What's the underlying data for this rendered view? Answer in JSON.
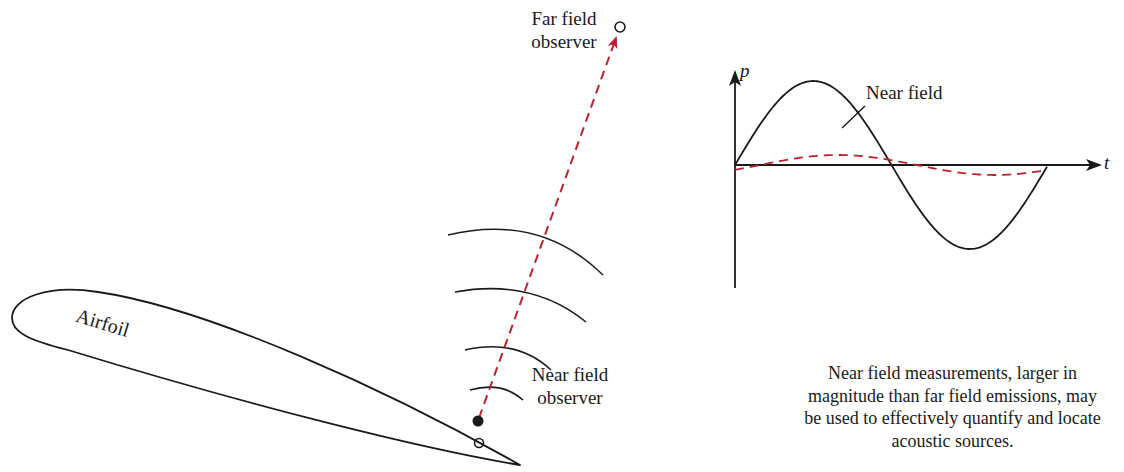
{
  "diagram": {
    "caption": "Near field measurements, larger in magnitude than far field emissions, may be used to effectively quantify and locate acoustic sources.",
    "nodes": [
      {
        "text": [
          "Airfoil"
        ]
      }
    ],
    "edges": [],
    "labels": [
      "Far field observer",
      "Near field observer",
      "p",
      "t",
      "Near field"
    ]
  }
}
